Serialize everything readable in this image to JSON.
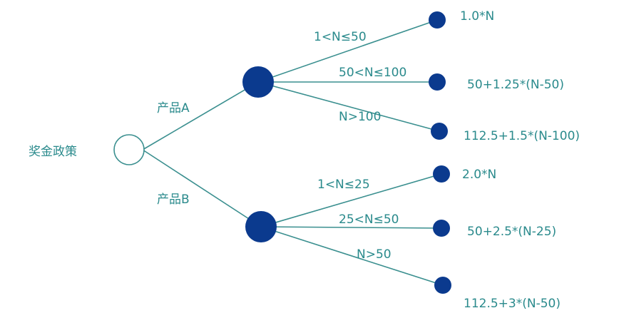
{
  "colors": {
    "line": "#3a8f8f",
    "text": "#2a8a8c",
    "node": "#0b3a8e",
    "root_fill": "#ffffff"
  },
  "root": {
    "label": "奖金政策"
  },
  "branches": [
    {
      "label": "产品A",
      "outcomes": [
        {
          "condition": "1<N≤50",
          "formula": "1.0*N"
        },
        {
          "condition": "50<N≤100",
          "formula": "50+1.25*(N-50)"
        },
        {
          "condition": "N>100",
          "formula": "112.5+1.5*(N-100)"
        }
      ]
    },
    {
      "label": "产品B",
      "outcomes": [
        {
          "condition": "1<N≤25",
          "formula": "2.0*N"
        },
        {
          "condition": "25<N≤50",
          "formula": "50+2.5*(N-25)"
        },
        {
          "condition": "N>50",
          "formula": "112.5+3*(N-50)"
        }
      ]
    }
  ]
}
